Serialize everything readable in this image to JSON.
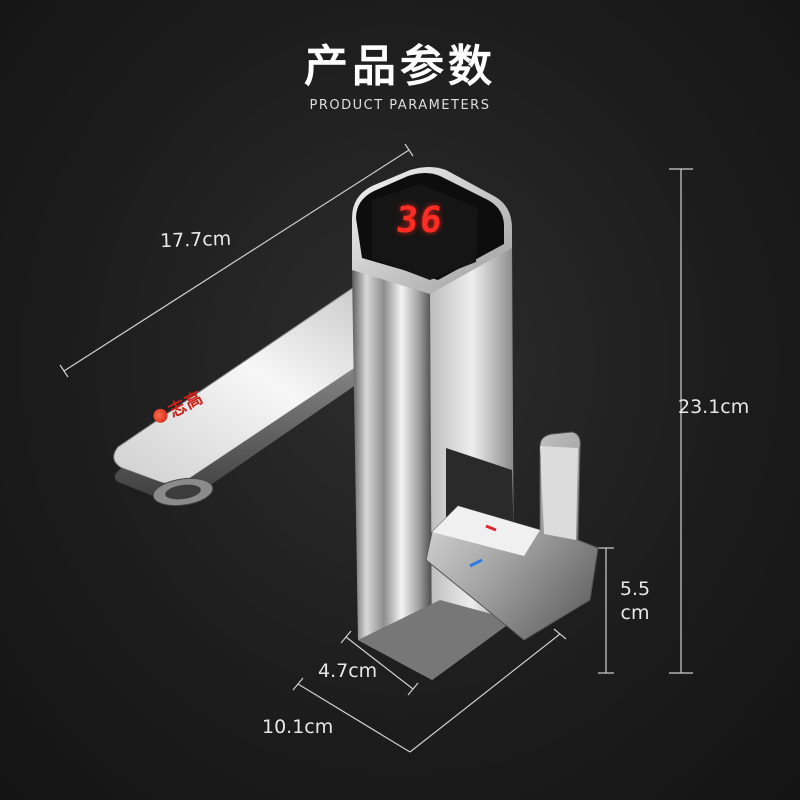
{
  "header": {
    "title": "产品参数",
    "subtitle": "PRODUCT PARAMETERS"
  },
  "dimensions": {
    "spout_length": "17.7cm",
    "total_height": "23.1cm",
    "handle_height_value": "5.5",
    "handle_height_unit": "cm",
    "body_width": "4.7cm",
    "base_depth": "10.1cm"
  },
  "display": {
    "temperature": "36"
  },
  "brand": {
    "name": "志高"
  },
  "colors": {
    "background": "#1d1d1d",
    "display_digits": "#ff2d23",
    "chrome_light": "#f2f2f2",
    "chrome_dark": "#6a6a6a"
  }
}
